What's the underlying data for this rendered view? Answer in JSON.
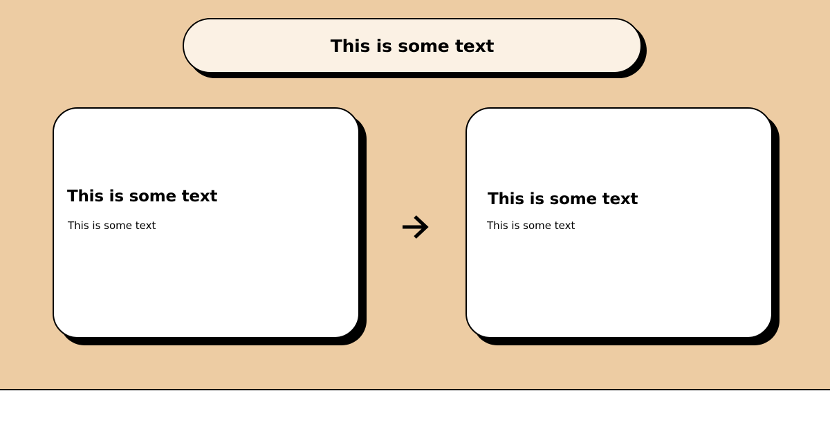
{
  "header": {
    "text": "This is some text"
  },
  "cards": [
    {
      "title": "This is some text",
      "body": "This is some text"
    },
    {
      "title": "This is some text",
      "body": "This is some text"
    }
  ],
  "connector": {
    "icon": "arrow-right-icon"
  },
  "colors": {
    "background": "#edcca3",
    "header_fill": "#fbf1e4",
    "card_fill": "#ffffff",
    "outline": "#000000"
  }
}
